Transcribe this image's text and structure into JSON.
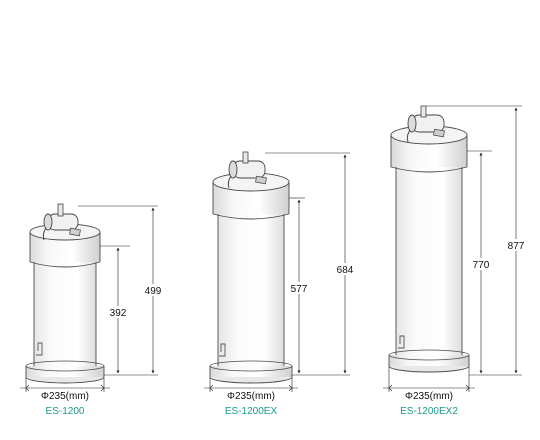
{
  "units": [
    {
      "model": "ES-1200",
      "total_height": "499",
      "body_height": "392",
      "diameter": "Φ235(mm)"
    },
    {
      "model": "ES-1200EX",
      "total_height": "684",
      "body_height": "577",
      "diameter": "Φ235(mm)"
    },
    {
      "model": "ES-1200EX2",
      "total_height": "877",
      "body_height": "770",
      "diameter": "Φ235(mm)"
    }
  ],
  "colors": {
    "model_label": "#1a9a8a",
    "outline": "#4a4a4a"
  }
}
